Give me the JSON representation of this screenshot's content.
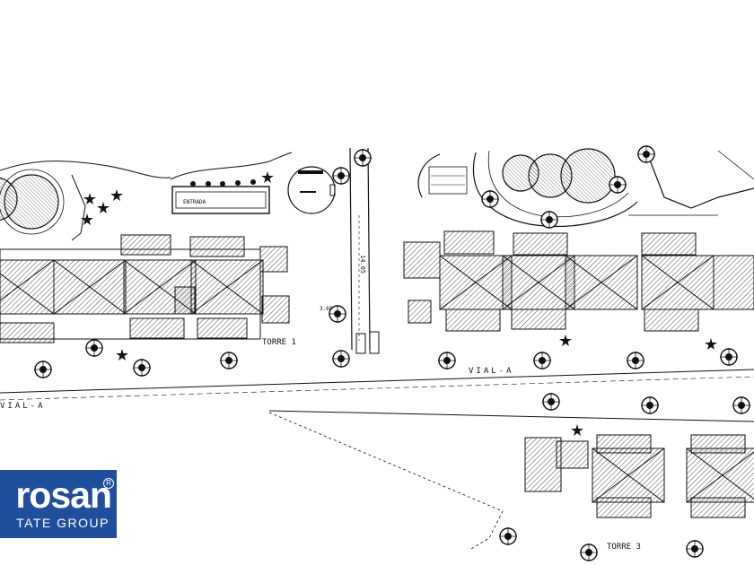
{
  "labels": {
    "torre1": "TORRE 1",
    "torre3": "TORRE 3",
    "vial_center": "VIAL-A",
    "vial_left": "VIAL-A",
    "entrance": "ENTRADA",
    "dim_vertical": "14.05",
    "dim_small": "3.60"
  },
  "logo": {
    "name": "rosan",
    "registered": "R",
    "subtitle": "TATE GROUP"
  },
  "colors": {
    "line": "#111111",
    "logo_bg": "#1f4e9c",
    "logo_text": "#ffffff"
  }
}
